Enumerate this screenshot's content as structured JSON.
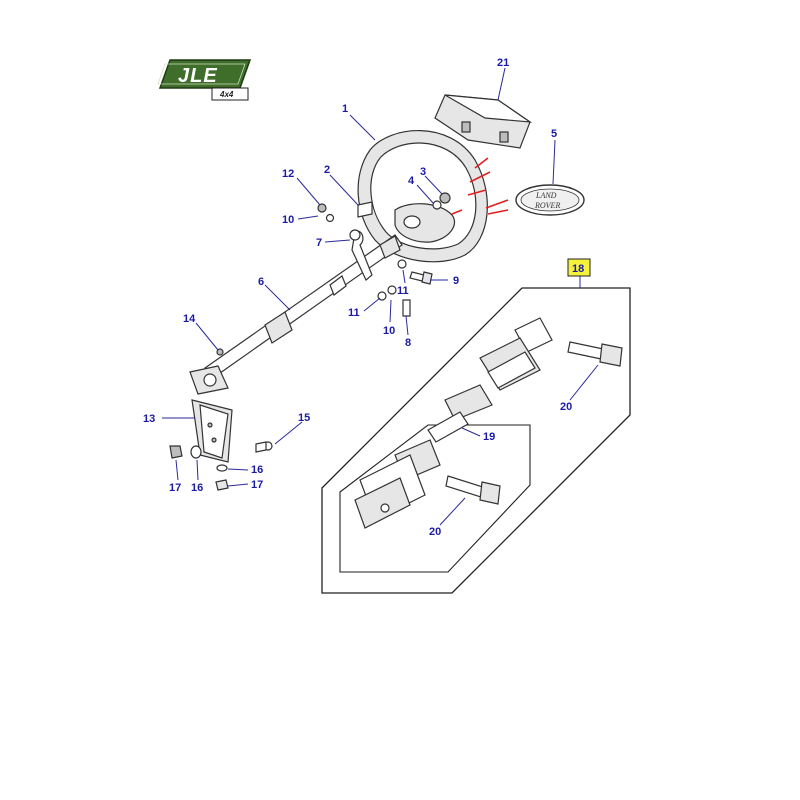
{
  "logo": {
    "text": "JLE",
    "subtext": "4x4",
    "color": "#3f6e2a"
  },
  "badge": {
    "line1": "LAND",
    "line2": "ROVER"
  },
  "callouts": {
    "c1": "1",
    "c2": "2",
    "c3": "3",
    "c4": "4",
    "c5": "5",
    "c6": "6",
    "c7": "7",
    "c8": "8",
    "c9": "9",
    "c10a": "10",
    "c10b": "10",
    "c11a": "11",
    "c11b": "11",
    "c12": "12",
    "c13": "13",
    "c14": "14",
    "c15": "15",
    "c16a": "16",
    "c16b": "16",
    "c17a": "17",
    "c17b": "17",
    "c18": "18",
    "c19": "19",
    "c20a": "20",
    "c20b": "20",
    "c21": "21"
  },
  "colors": {
    "callout": "#1a1aa6",
    "highlight_box": "#f5f23c",
    "redline": "#e02020"
  }
}
